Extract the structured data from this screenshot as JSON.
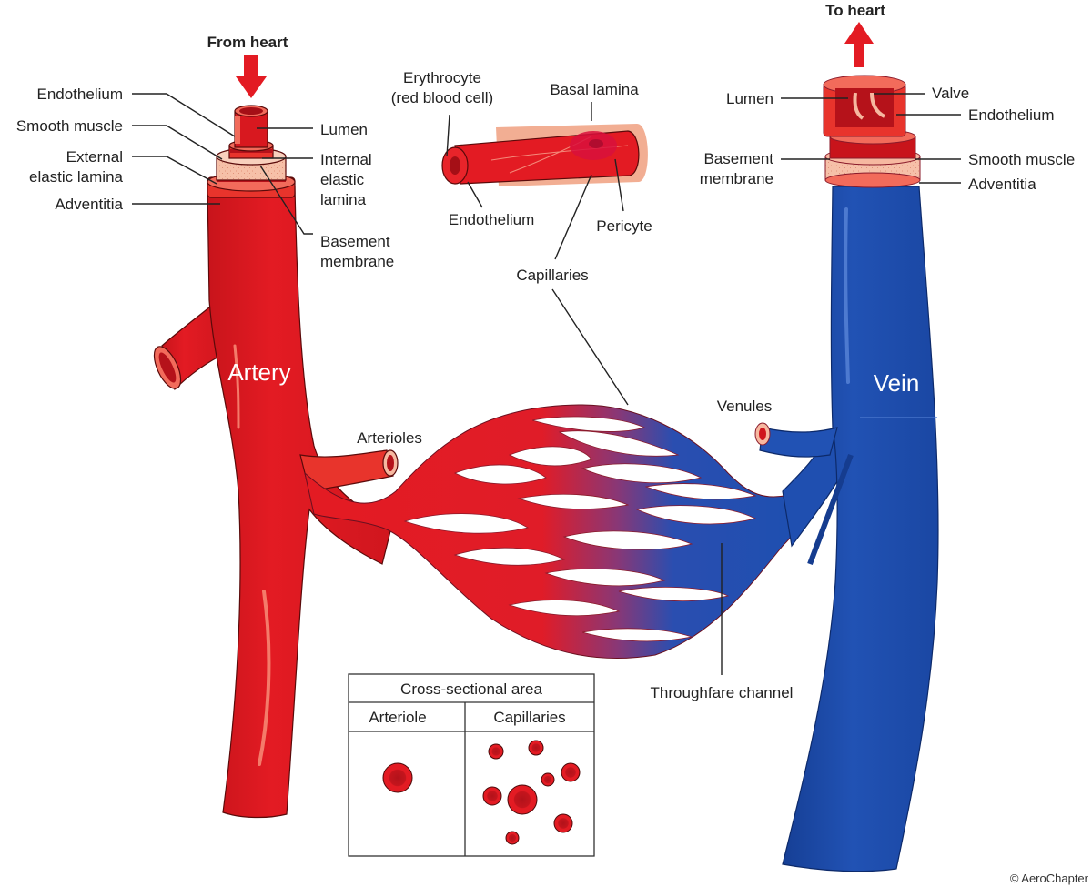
{
  "colors": {
    "artery": "#e31b23",
    "artery_dark": "#b5121a",
    "artery_light": "#f26b5b",
    "vein": "#1f4fb0",
    "vein_dark": "#153c8f",
    "adventitia_pink": "#f6b8a0",
    "arrow": "#e31b23",
    "text": "#222222"
  },
  "artery_section": {
    "arrow_label": "From heart",
    "left_labels": [
      "Endothelium",
      "Smooth muscle",
      "External",
      "elastic lamina",
      "Adventitia"
    ],
    "right_labels": [
      "Lumen",
      "Internal",
      "elastic",
      "lamina",
      "Basement",
      "membrane"
    ],
    "vessel_label": "Artery"
  },
  "capillary_section": {
    "labels": {
      "erythrocyte_1": "Erythrocyte",
      "erythrocyte_2": "(red blood cell)",
      "basal_lamina": "Basal lamina",
      "endothelium": "Endothelium",
      "pericyte": "Pericyte",
      "capillaries": "Capillaries"
    }
  },
  "vein_section": {
    "arrow_label": "To heart",
    "left_labels": [
      "Lumen",
      "Basement",
      "membrane"
    ],
    "right_labels": [
      "Valve",
      "Endothelium",
      "Smooth muscle",
      "Adventitia"
    ],
    "vessel_label": "Vein"
  },
  "network": {
    "arterioles_label": "Arterioles",
    "venules_label": "Venules",
    "throughfare_label": "Throughfare channel"
  },
  "cross_section_table": {
    "title": "Cross-sectional area",
    "columns": [
      "Arteriole",
      "Capillaries"
    ],
    "arteriole_circle_count": 1,
    "capillary_circle_count": 8
  },
  "copyright": "© AeroChapter"
}
